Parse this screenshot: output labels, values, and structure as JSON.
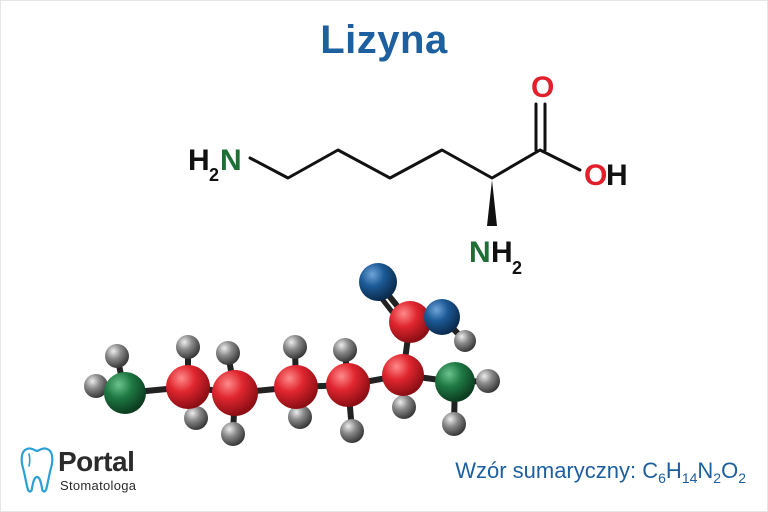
{
  "title": "Lizyna",
  "structure": {
    "amine_left": {
      "main": "H",
      "sub": "2",
      "atom": "N"
    },
    "oxygen_top": "O",
    "hydroxyl": {
      "atom": "O",
      "h": "H"
    },
    "amine_bottom": {
      "atom": "N",
      "main": "H",
      "sub": "2"
    }
  },
  "logo": {
    "name": "Portal",
    "subtitle": "Stomatologa",
    "icon": "tooth-icon"
  },
  "formula": {
    "label": "Wzór sumaryczny:",
    "parts": [
      {
        "el": "C",
        "n": "6"
      },
      {
        "el": "H",
        "n": "14"
      },
      {
        "el": "N",
        "n": "2"
      },
      {
        "el": "O",
        "n": "2"
      }
    ]
  },
  "colors": {
    "title": "#1d5f9f",
    "nitrogen": "#1f6e35",
    "oxygen": "#e0202a",
    "carbon_ball": "#d8262f",
    "nitrogen_ball": "#1f7a44",
    "oxygen_ball": "#1c5a96",
    "hydrogen_ball": "#6e6e6e",
    "bond_3d": "#222222"
  }
}
